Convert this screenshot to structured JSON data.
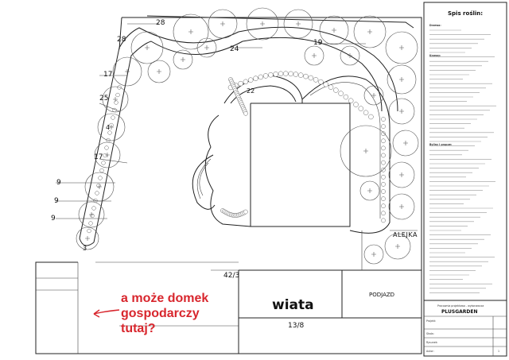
{
  "numbers": {
    "n28": "28",
    "n28b": "28",
    "n24": "24",
    "n19": "19",
    "n17a": "17",
    "n25": "25",
    "n4": "4",
    "n17b": "17",
    "n9a": "9",
    "n9b": "9",
    "n9c": "9",
    "n3": "3",
    "n22": "22",
    "n42_3": "42/3",
    "n13_8": "13/8"
  },
  "labels": {
    "aleja": "ALEJKA",
    "wiata": "wiata",
    "podjazd": "PODJAZD",
    "annotation": [
      "a może domek",
      "gospodarczy",
      "tutaj?"
    ]
  },
  "legend": {
    "title": "Spis roślin:",
    "sections": [
      "Drzewa:",
      "Krzewy:",
      "Byliny i pnącze:"
    ],
    "lines_count_hint": "many"
  },
  "title_block": {
    "company_line": "Pracownia projektowa - wykonawcza",
    "company": "PLUSGARDEN",
    "project_label": "Projekt:",
    "scale_label": "Skala:",
    "drawing_label": "Rysunek:",
    "author_label": "Autor:",
    "sheet": "1"
  },
  "colors": {
    "annotation": "#d8262d",
    "ink": "#222222"
  }
}
